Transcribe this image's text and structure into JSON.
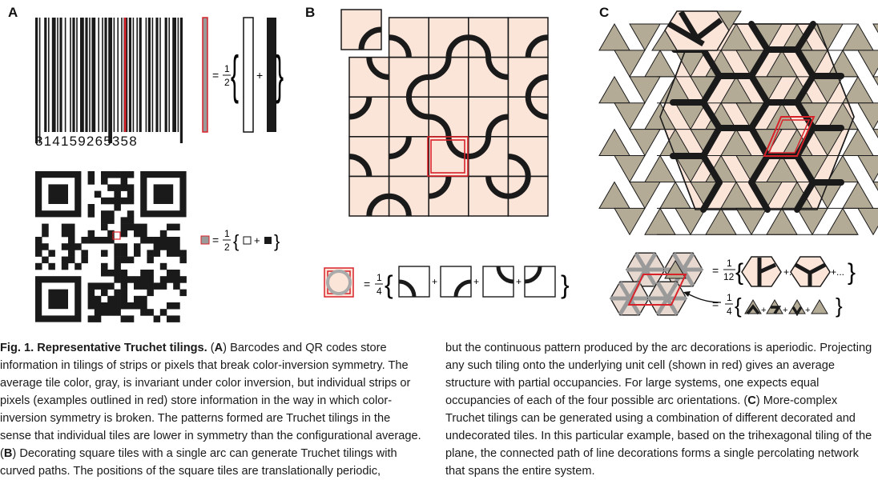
{
  "figure": {
    "panel_a_label": "A",
    "panel_b_label": "B",
    "panel_c_label": "C",
    "barcode_digits": "314159265358",
    "eq_a1": {
      "equals": "=",
      "num": "1",
      "den": "2",
      "open": "{",
      "plus": "+",
      "close": "}"
    },
    "eq_a2": {
      "equals": "=",
      "num": "1",
      "den": "2",
      "open": "{",
      "plus": "+",
      "close": "}"
    },
    "eq_b": {
      "equals": "=",
      "num": "1",
      "den": "4",
      "open": "{",
      "plus": "+",
      "close": "}"
    },
    "eq_c1": {
      "equals": "=",
      "num": "1",
      "den": "12",
      "open": "{",
      "plus": "+...",
      "close": "}"
    },
    "eq_c2": {
      "equals": "=",
      "num": "1",
      "den": "4",
      "open": "{",
      "plus": "+",
      "close": "}"
    },
    "colors": {
      "highlight": "#d8222a",
      "tile_fill": "#fbe4d8",
      "triangle_fill": "#b4ab97",
      "ink": "#1a1a1a",
      "gray": "#9a9a9a"
    }
  },
  "caption": {
    "title": "Fig. 1. Representative Truchet tilings.",
    "a_open": " (",
    "a_letter": "A",
    "a_text": ") Barcodes and QR codes store information in tilings of strips or pixels that break color-inversion symmetry. The average tile color, gray, is invariant under color inversion, but individual strips or pixels (examples outlined in red) store information in the way in which color-inversion symmetry is broken. The patterns formed are Truchet tilings in the sense that individual tiles are lower in symmetry than the configurational average. (",
    "b_letter": "B",
    "b_text": ") Decorating square tiles with a single arc can generate Truchet tilings with curved paths. The positions of the square tiles are translationally periodic,",
    "col2_text": "but the continuous pattern produced by the arc decorations is aperiodic. Projecting any such tiling onto the underlying unit cell (shown in red) gives an average structure with partial occupancies. For large systems, one expects equal occupancies of each of the four possible arc orientations. (",
    "c_letter": "C",
    "c_text": ") More-complex Truchet tilings can be generated using a combination of different decorated and undecorated tiles. In this particular example, based on the trihexagonal tiling of the plane, the connected path of line decorations forms a single percolating network that spans the entire system."
  }
}
